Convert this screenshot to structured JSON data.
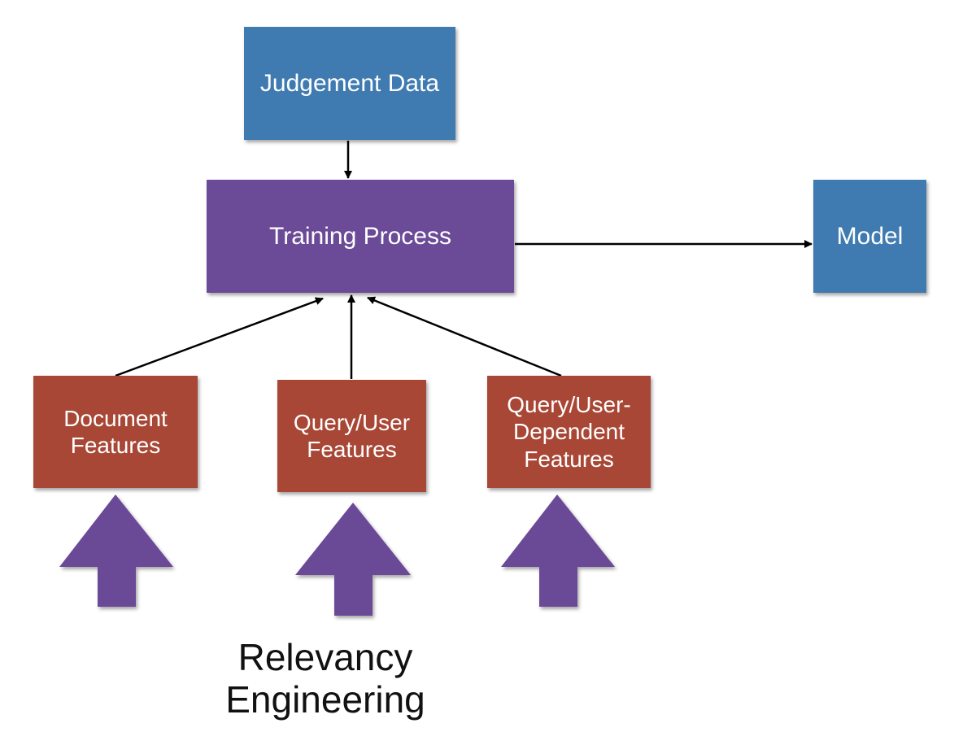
{
  "diagram": {
    "nodes": {
      "judgement_data": {
        "label": "Judgement Data",
        "color": "#3f7bb0"
      },
      "training_process": {
        "label": "Training Process",
        "color": "#6b4a97"
      },
      "model": {
        "label": "Model",
        "color": "#3f7bb0"
      },
      "document_features": {
        "label": "Document\nFeatures",
        "color": "#a84735"
      },
      "query_user_features": {
        "label": "Query/User\nFeatures",
        "color": "#a84735"
      },
      "query_user_dependent_features": {
        "label": "Query/User-\nDependent\nFeatures",
        "color": "#a84735"
      }
    },
    "edges": [
      {
        "from": "judgement_data",
        "to": "training_process"
      },
      {
        "from": "training_process",
        "to": "model"
      },
      {
        "from": "document_features",
        "to": "training_process"
      },
      {
        "from": "query_user_features",
        "to": "training_process"
      },
      {
        "from": "query_user_dependent_features",
        "to": "training_process"
      }
    ],
    "block_arrows": {
      "color": "#6b4a97",
      "targets": [
        "document_features",
        "query_user_features",
        "query_user_dependent_features"
      ]
    },
    "caption": "Relevancy\nEngineering"
  }
}
